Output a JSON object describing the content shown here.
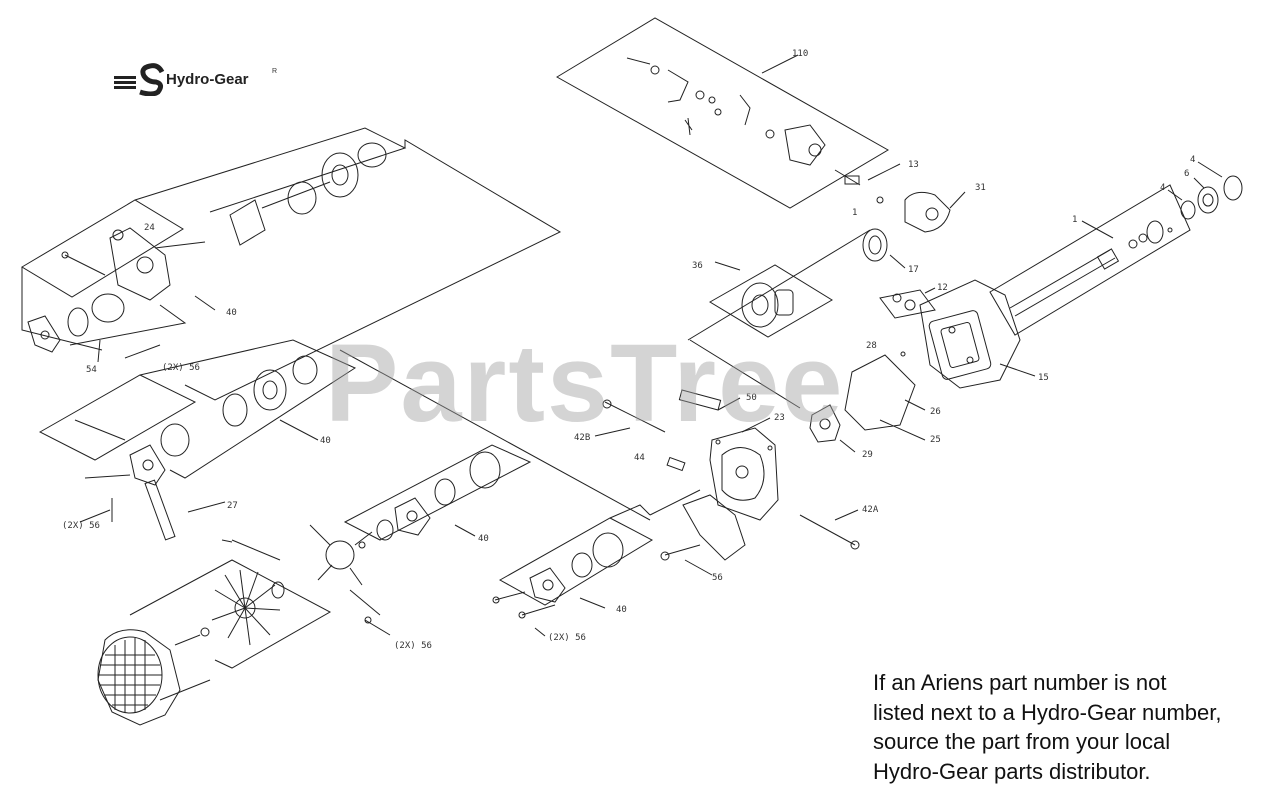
{
  "brand": {
    "name": "Hydro-Gear",
    "reg": "R"
  },
  "watermark": "PartsTree",
  "note_lines": [
    "If an Ariens part number is not",
    "listed next to a Hydro-Gear number,",
    "source the part from your local",
    "Hydro-Gear parts distributor."
  ],
  "callouts": {
    "c110": "110",
    "c13": "13",
    "c1a": "1",
    "c31": "31",
    "c17": "17",
    "c36": "36",
    "c12": "12",
    "c28": "28",
    "c15": "15",
    "c26": "26",
    "c25": "25",
    "c29": "29",
    "c50": "50",
    "c23": "23",
    "c42b": "42B",
    "c44": "44",
    "c42a": "42A",
    "c56a": "56",
    "c4a": "4",
    "c6": "6",
    "c4b": "4",
    "c1b": "1",
    "c24": "24",
    "c40a": "40",
    "c54": "54",
    "c2x56a": "(2X) 56",
    "c40b": "40",
    "c27": "27",
    "c2x56b": "(2X) 56",
    "c40c": "40",
    "c2x56c": "(2X) 56",
    "c40d": "40",
    "c2x56d": "(2X) 56"
  },
  "colors": {
    "line": "#222222",
    "watermark": "#a0a0a0",
    "text": "#111111"
  }
}
